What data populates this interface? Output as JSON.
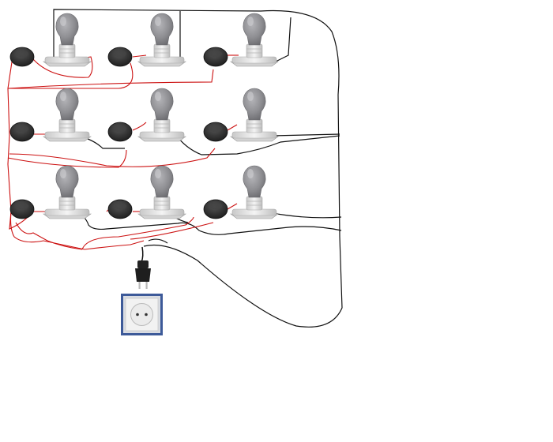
{
  "colors": {
    "background": "#ffffff",
    "wire_phase": "#cc1111",
    "wire_neutral": "#111111",
    "bulb_glass": "#8e8e92",
    "bulb_socket": "#e6e6e6",
    "switch_body": "#2c2c2c",
    "outlet_frame": "#3d5a99",
    "outlet_face": "#eaeaea"
  },
  "icons": {
    "lamp": "light-bulb-icon",
    "switch": "push-switch-icon",
    "plug": "power-plug-icon",
    "outlet": "wall-socket-icon"
  },
  "grid": {
    "rows": 3,
    "columns": 3
  },
  "units": [
    {
      "row": 1,
      "column": 1,
      "lamp": "bulb",
      "switch": "switch"
    },
    {
      "row": 1,
      "column": 2,
      "lamp": "bulb",
      "switch": "switch"
    },
    {
      "row": 1,
      "column": 3,
      "lamp": "bulb",
      "switch": "switch"
    },
    {
      "row": 2,
      "column": 1,
      "lamp": "bulb",
      "switch": "switch"
    },
    {
      "row": 2,
      "column": 2,
      "lamp": "bulb",
      "switch": "switch"
    },
    {
      "row": 2,
      "column": 3,
      "lamp": "bulb",
      "switch": "switch"
    },
    {
      "row": 3,
      "column": 1,
      "lamp": "bulb",
      "switch": "switch"
    },
    {
      "row": 3,
      "column": 2,
      "lamp": "bulb",
      "switch": "switch"
    },
    {
      "row": 3,
      "column": 3,
      "lamp": "bulb",
      "switch": "switch"
    }
  ],
  "wiring": {
    "phase_line": "red",
    "neutral_line": "black"
  }
}
